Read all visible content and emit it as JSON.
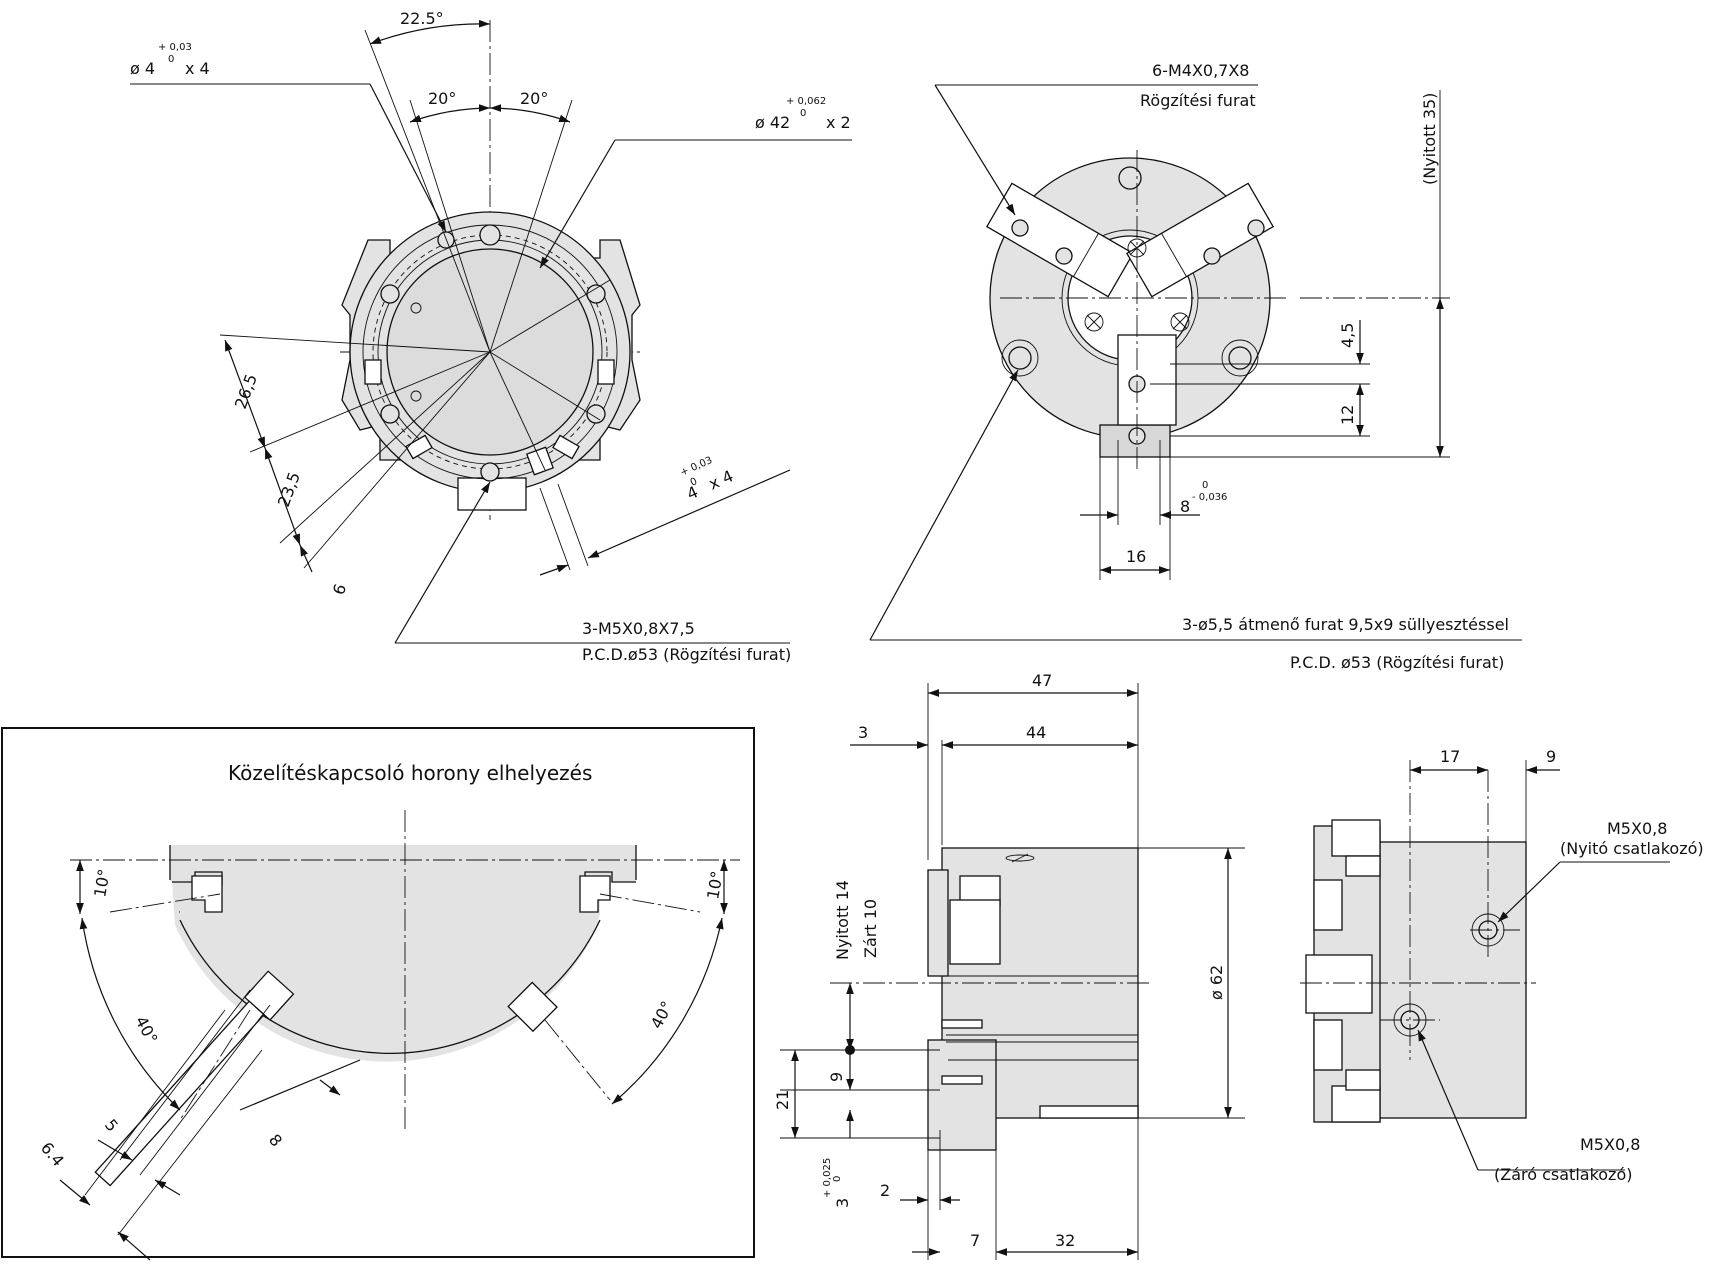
{
  "top_left_view": {
    "angle_22_5": "22.5°",
    "angle_20_left": "20°",
    "angle_20_right": "20°",
    "hole_4_symbol": "ø 4",
    "hole_4_tol_upper": "+ 0,03",
    "hole_4_tol_lower": "0",
    "hole_4_count": "x 4",
    "bore_42_symbol": "ø 42",
    "bore_42_tol_upper": "+ 0,062",
    "bore_42_tol_lower": "0",
    "bore_42_count": "x 2",
    "dim_26_5": "26,5",
    "dim_23_5": "23,5",
    "dim_6": "6",
    "slot_4_value": "4",
    "slot_4_tol_upper": "+ 0,03",
    "slot_4_tol_lower": "0",
    "slot_4_count": "x 4",
    "thread_label": "3-M5X0,8X7,5",
    "pcd_label": "P.C.D.ø53 (Rögzítési furat)"
  },
  "top_right_view": {
    "thread_label": "6-M4X0,7X8",
    "thread_note": "Rögzítési furat",
    "open_35": "(Nyitott 35)",
    "dim_4_5": "4,5",
    "dim_12": "12",
    "dim_8_value": "8",
    "dim_8_tol_upper": "0",
    "dim_8_tol_lower": "- 0,036",
    "dim_16": "16",
    "through_hole_label": "3-ø5,5  átmenő furat 9,5x9 süllyesztéssel",
    "pcd_label": "P.C.D. ø53 (Rögzítési furat)"
  },
  "switch_groove_view": {
    "title": "Közelítéskapcsoló horony elhelyezés",
    "angle_10_left": "10°",
    "angle_10_right": "10°",
    "angle_40_left": "40°",
    "angle_40_right": "40°",
    "dim_5": "5",
    "dim_6_4": "6.4",
    "dim_8": "8"
  },
  "side_view": {
    "dim_47": "47",
    "dim_44": "44",
    "dim_3": "3",
    "open_14": "Nyitott 14",
    "closed_10": "Zárt 10",
    "dia_62": "ø 62",
    "dim_9": "9",
    "dim_21": "21",
    "dim_3_tol_value": "3",
    "dim_3_tol_upper": "+ 0,025",
    "dim_3_tol_lower": "0",
    "dim_2": "2",
    "dim_7": "7",
    "dim_32": "32"
  },
  "rear_view": {
    "dim_17": "17",
    "dim_9": "9",
    "port_open_label": "M5X0,8",
    "port_open_note": "(Nyitó csatlakozó)",
    "port_close_label": "M5X0,8",
    "port_close_note": "(Záró csatlakozó)"
  },
  "icons": {
    "dimension_arrow": "arrowhead",
    "threaded_hole": "circle-with-cross"
  }
}
